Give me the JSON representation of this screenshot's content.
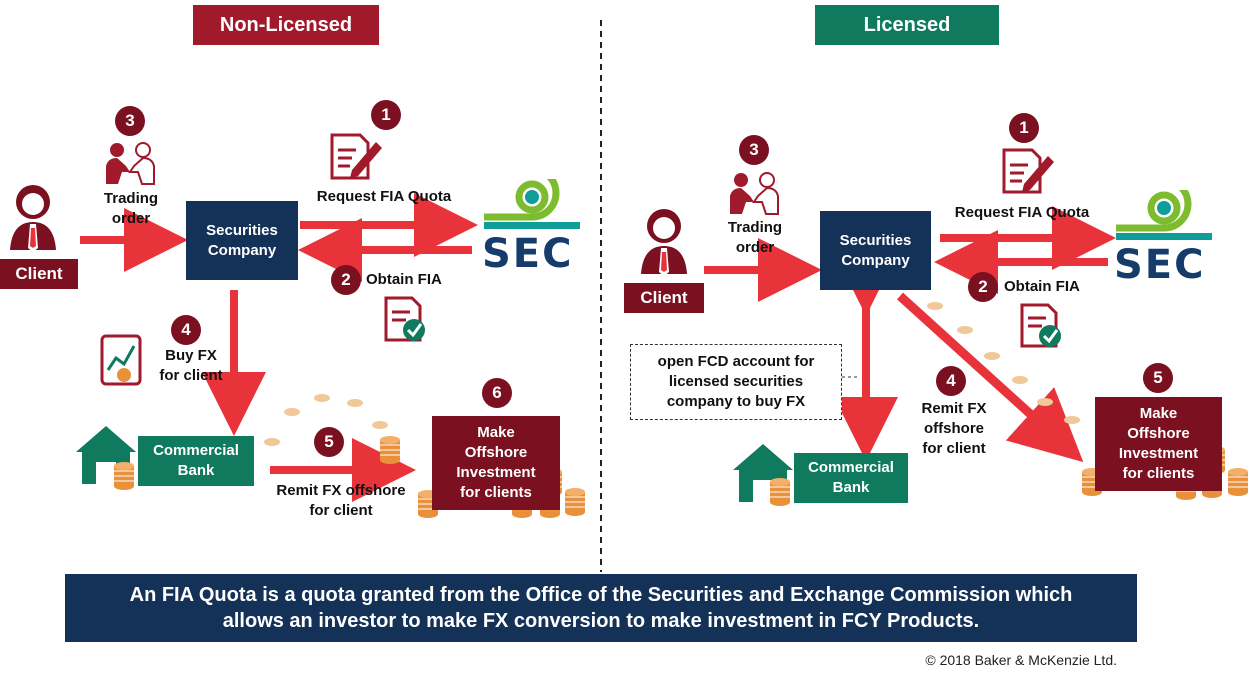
{
  "headers": {
    "left": "Non-Licensed",
    "right": "Licensed"
  },
  "left": {
    "client": "Client",
    "trading_order": [
      "Trading",
      "order"
    ],
    "securities_company": [
      "Securities",
      "Company"
    ],
    "request_fia_quota": "Request FIA Quota",
    "obtain_fia": "Obtain FIA",
    "buy_fx": [
      "Buy FX",
      "for client"
    ],
    "commercial_bank": [
      "Commercial",
      "Bank"
    ],
    "remit_fx": [
      "Remit FX offshore",
      "for client"
    ],
    "make_offshore": [
      "Make",
      "Offshore",
      "Investment",
      "for clients"
    ],
    "numbers": [
      "1",
      "2",
      "3",
      "4",
      "5",
      "6"
    ]
  },
  "right": {
    "client": "Client",
    "trading_order": [
      "Trading",
      "order"
    ],
    "securities_company": [
      "Securities",
      "Company"
    ],
    "request_fia_quota": "Request FIA Quota",
    "obtain_fia": "Obtain FIA",
    "fcd_note": [
      "open FCD account for",
      "licensed  securities",
      "company to buy FX"
    ],
    "remit_fx": [
      "Remit FX",
      "offshore",
      "for client"
    ],
    "commercial_bank": [
      "Commercial",
      "Bank"
    ],
    "make_offshore": [
      "Make",
      "Offshore",
      "Investment",
      "for clients"
    ],
    "numbers": [
      "1",
      "2",
      "3",
      "4",
      "5"
    ]
  },
  "sec_logo_text": "SEC",
  "banner": {
    "line1": "An FIA Quota is a quota granted from the Office of the Securities  and Exchange Commission  which",
    "line2": "allows an investor to make FX conversion  to make investment in FCY Products."
  },
  "copyright": "© 2018 Baker & McKenzie Ltd.",
  "colors": {
    "maroon": "#a01a2c",
    "dark_maroon": "#7a1020",
    "green": "#0f7a5e",
    "navy": "#143157",
    "arrow_red": "#e8333a",
    "coin": "#e8903a"
  }
}
